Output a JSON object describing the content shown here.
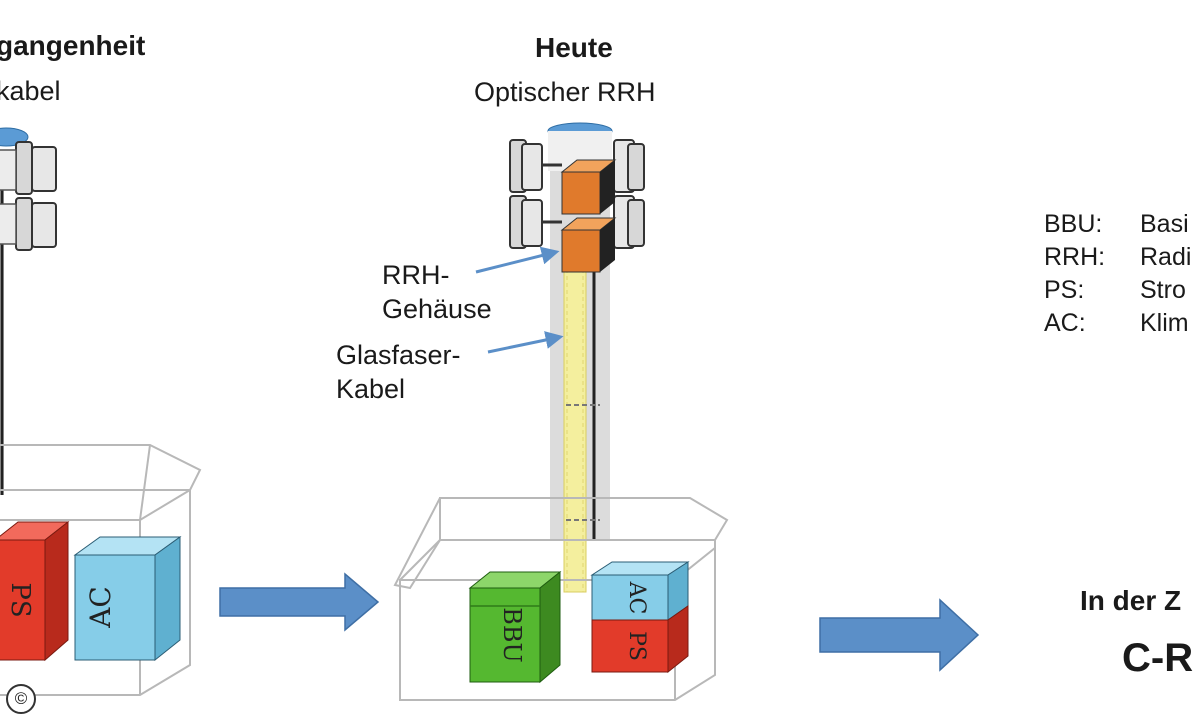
{
  "columns": {
    "past": {
      "title": "gangenheit",
      "subtitle": "kabel"
    },
    "today": {
      "title": "Heute",
      "subtitle": "Optischer RRH"
    },
    "future": {
      "title": "In der Z",
      "subtitle": "C-R"
    }
  },
  "callouts": {
    "rrh_housing": {
      "line1": "RRH-",
      "line2": "Gehäuse"
    },
    "fiber_cable": {
      "line1": "Glasfaser-",
      "line2": "Kabel"
    }
  },
  "legend": [
    {
      "abbr": "BBU:",
      "desc": "Basi"
    },
    {
      "abbr": "RRH:",
      "desc": "Radi"
    },
    {
      "abbr": "PS:",
      "desc": "Stro"
    },
    {
      "abbr": "AC:",
      "desc": "Klim"
    }
  ],
  "boxes": {
    "past_ps": "PS",
    "past_ac": "AC",
    "today_bbu": "BBU",
    "today_ps": "PS",
    "today_ac": "AC"
  },
  "copyright": "©",
  "colors": {
    "red": "#e23b2a",
    "blue": "#86cde8",
    "green": "#55b830",
    "orange": "#e07a2c",
    "arrow": "#5b8fc8",
    "fiber": "#f4ef9e",
    "mast": "#d8d8d8"
  }
}
